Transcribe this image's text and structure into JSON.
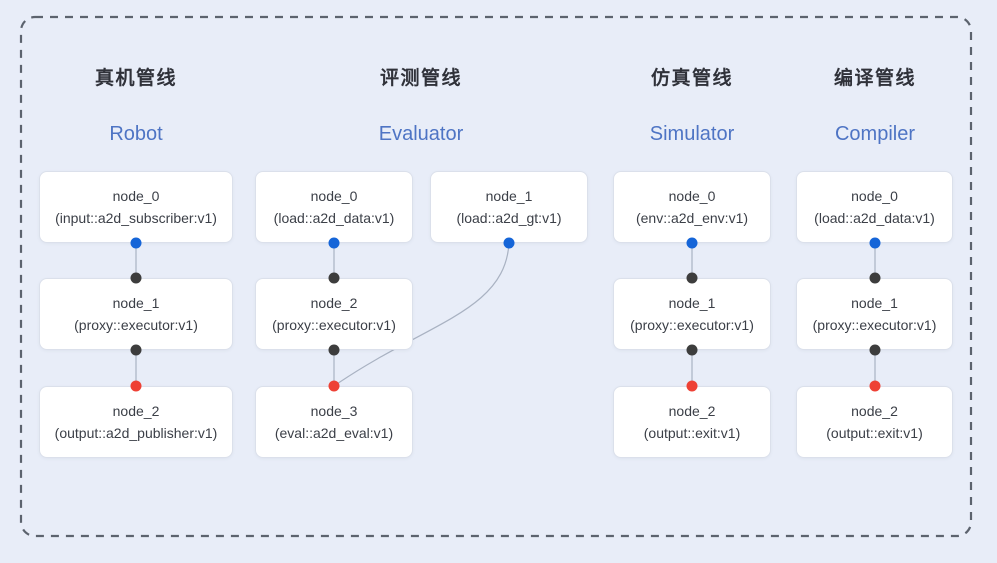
{
  "diagram": {
    "background_color": "#e8edf8",
    "boundary_style": "dashed-rounded-rect",
    "boundary_color": "#5c636e"
  },
  "colors": {
    "source_port_blue": "#1565d8",
    "executor_port_dark": "#3d3d3d",
    "terminal_port_red": "#ee4135",
    "english_title_blue": "#4e74c4",
    "wire_gray": "#a9b2c2"
  },
  "pipelines": [
    {
      "title_zh": "真机管线",
      "title_en": "Robot",
      "nodes": [
        {
          "name": "node_0",
          "type": "(input::a2d_subscriber:v1)"
        },
        {
          "name": "node_1",
          "type": "(proxy::executor:v1)"
        },
        {
          "name": "node_2",
          "type": "(output::a2d_publisher:v1)"
        }
      ],
      "edges": [
        {
          "from": "node_0",
          "to": "node_1"
        },
        {
          "from": "node_1",
          "to": "node_2"
        }
      ]
    },
    {
      "title_zh": "评测管线",
      "title_en": "Evaluator",
      "nodes": [
        {
          "name": "node_0",
          "type": "(load::a2d_data:v1)"
        },
        {
          "name": "node_1",
          "type": "(load::a2d_gt:v1)"
        },
        {
          "name": "node_2",
          "type": "(proxy::executor:v1)"
        },
        {
          "name": "node_3",
          "type": "(eval::a2d_eval:v1)"
        }
      ],
      "edges": [
        {
          "from": "node_0",
          "to": "node_2"
        },
        {
          "from": "node_1",
          "to": "node_3"
        },
        {
          "from": "node_2",
          "to": "node_3"
        }
      ]
    },
    {
      "title_zh": "仿真管线",
      "title_en": "Simulator",
      "nodes": [
        {
          "name": "node_0",
          "type": "(env::a2d_env:v1)"
        },
        {
          "name": "node_1",
          "type": "(proxy::executor:v1)"
        },
        {
          "name": "node_2",
          "type": "(output::exit:v1)"
        }
      ],
      "edges": [
        {
          "from": "node_0",
          "to": "node_1"
        },
        {
          "from": "node_1",
          "to": "node_2"
        }
      ]
    },
    {
      "title_zh": "编译管线",
      "title_en": "Compiler",
      "nodes": [
        {
          "name": "node_0",
          "type": "(load::a2d_data:v1)"
        },
        {
          "name": "node_1",
          "type": "(proxy::executor:v1)"
        },
        {
          "name": "node_2",
          "type": "(output::exit:v1)"
        }
      ],
      "edges": [
        {
          "from": "node_0",
          "to": "node_1"
        },
        {
          "from": "node_1",
          "to": "node_2"
        }
      ]
    }
  ]
}
